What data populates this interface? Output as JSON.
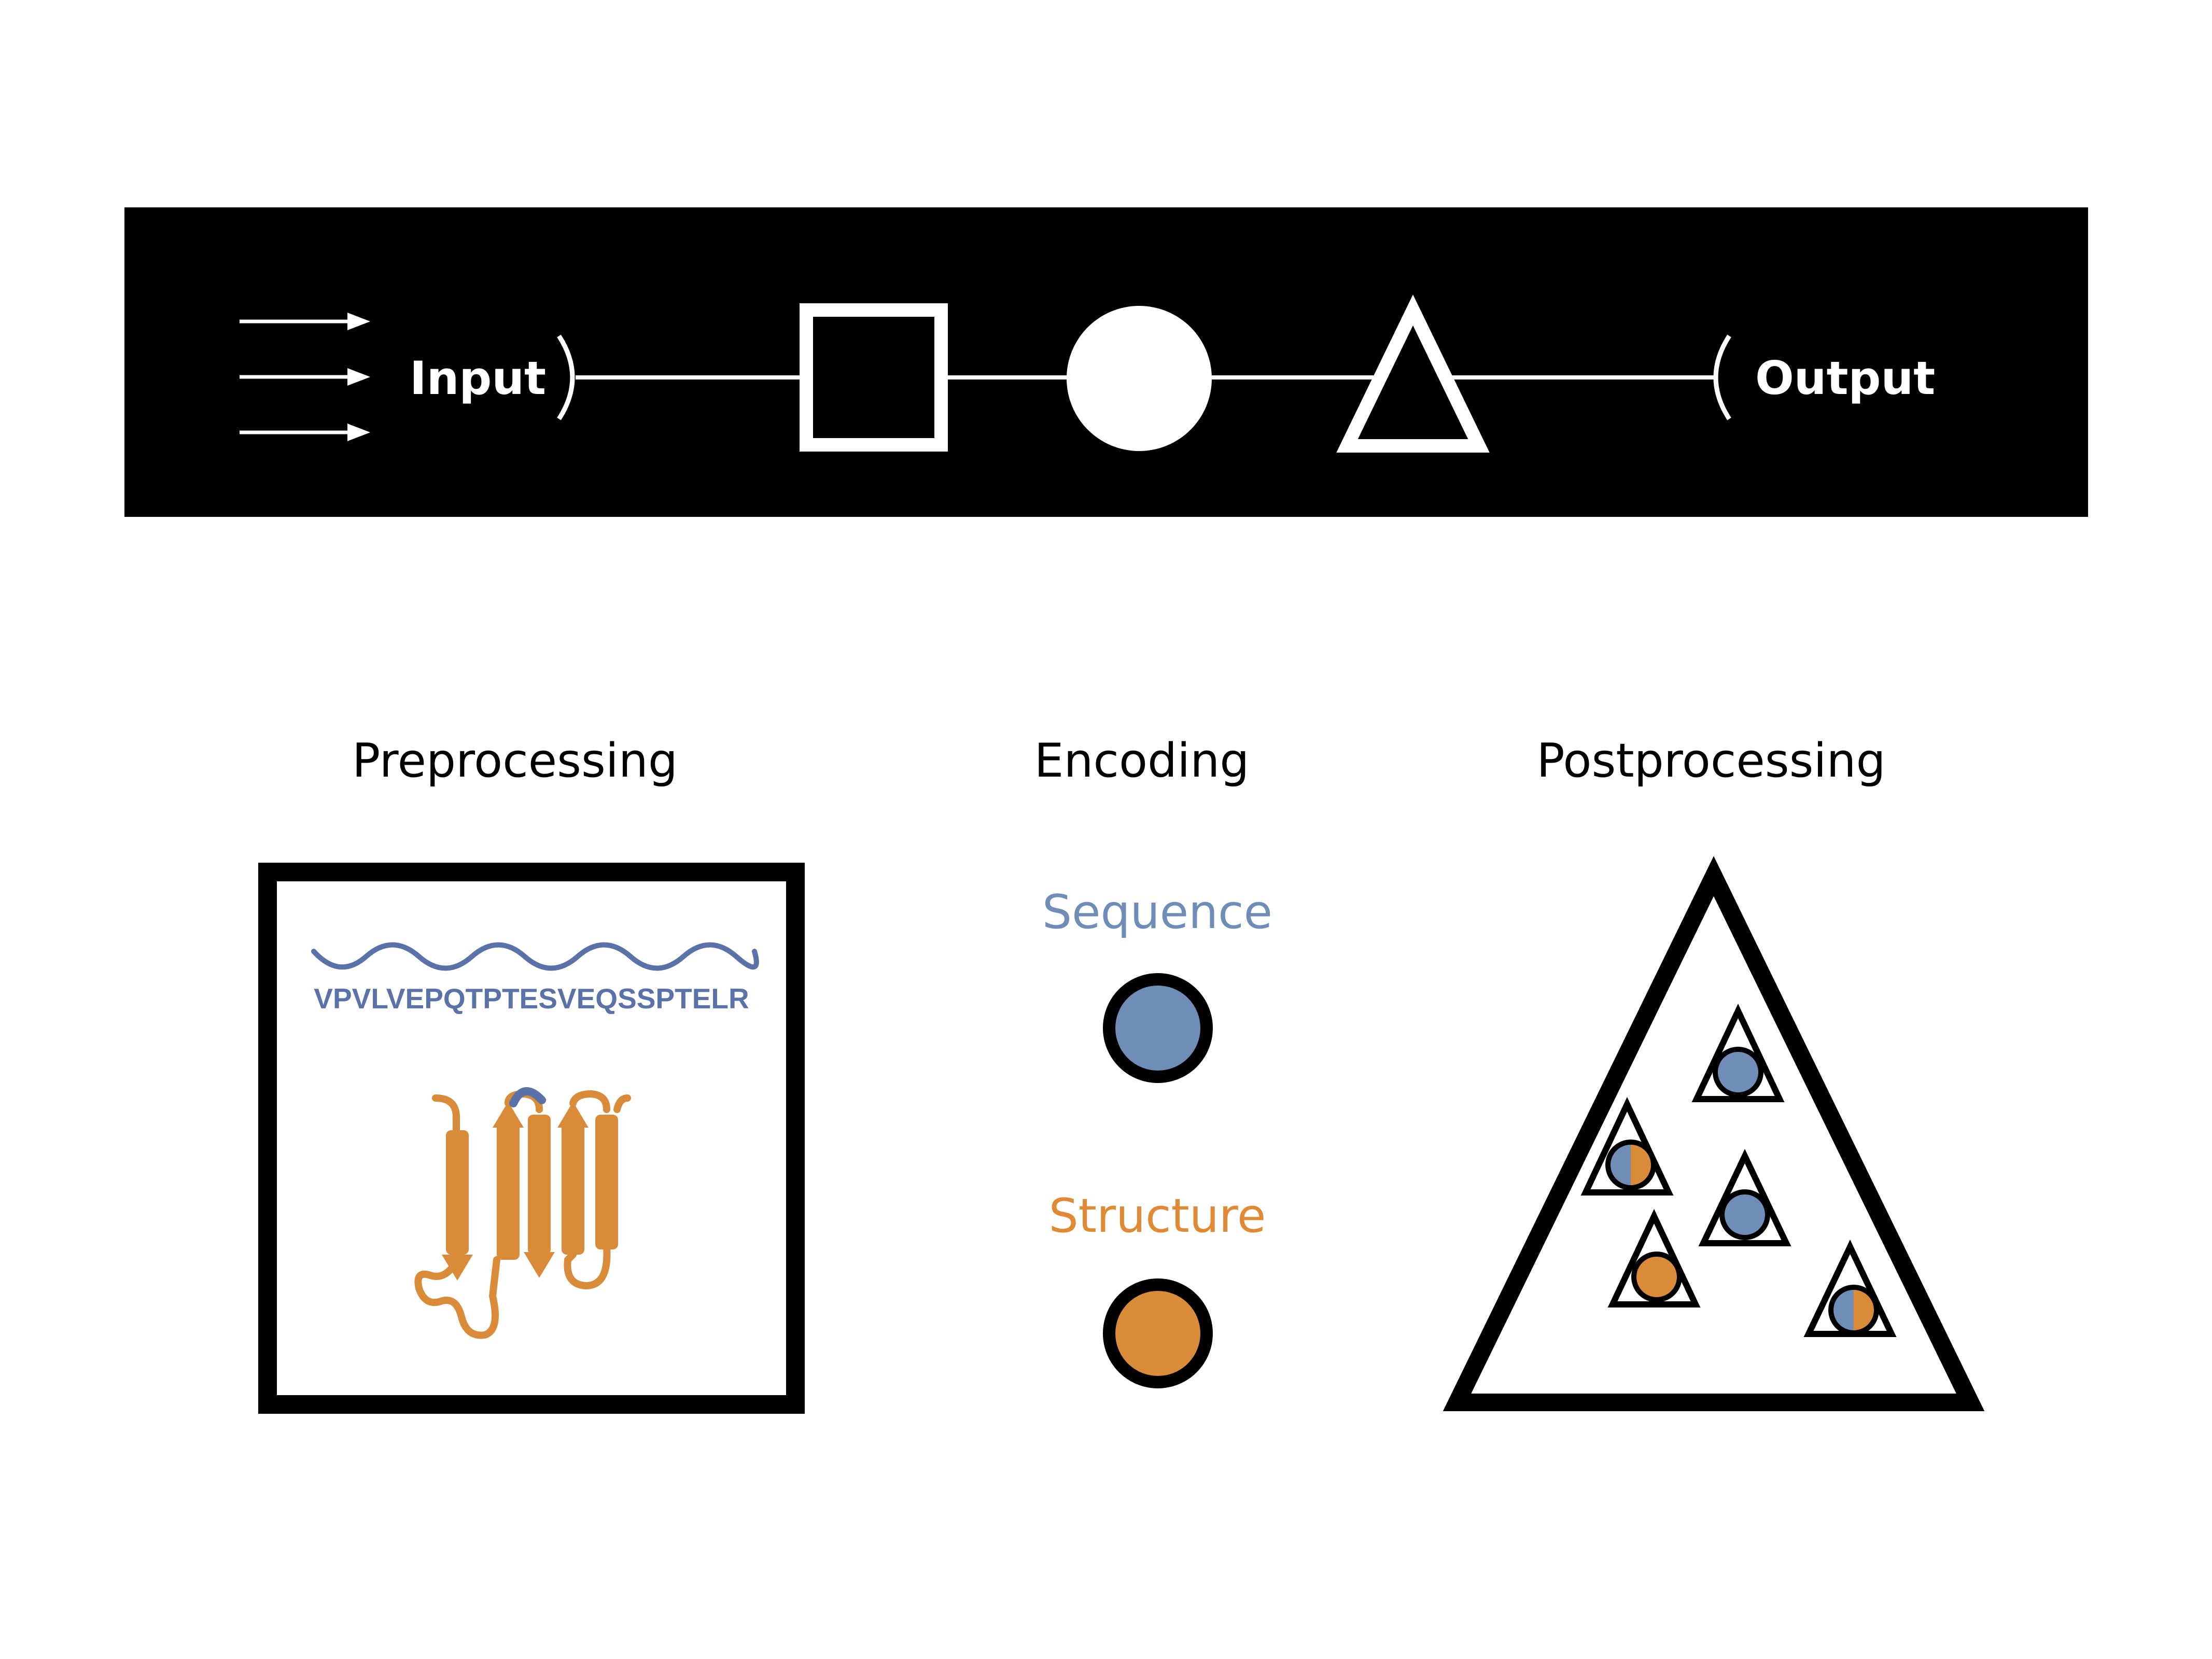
{
  "pipeline": {
    "input_label": "Input",
    "output_label": "Output"
  },
  "stages": [
    {
      "label": "Preprocessing"
    },
    {
      "label": "Encoding"
    },
    {
      "label": "Postprocessing"
    }
  ],
  "preprocessing": {
    "sequence_text": "VPVLVEPQTPTESVEQSSPTELR"
  },
  "encoding": {
    "sequence_label": "Sequence",
    "structure_label": "Structure"
  },
  "colors": {
    "sequence": "#6f8db7",
    "sequence_text": "#5a72a8",
    "structure": "#d98b3a",
    "structure_text": "#e08a35",
    "banner": "#000000",
    "line": "#ffffff"
  },
  "postprocessing": {
    "triangles": [
      {
        "fill": "sequence"
      },
      {
        "fill": "mixed"
      },
      {
        "fill": "sequence"
      },
      {
        "fill": "structure"
      },
      {
        "fill": "mixed"
      }
    ]
  }
}
